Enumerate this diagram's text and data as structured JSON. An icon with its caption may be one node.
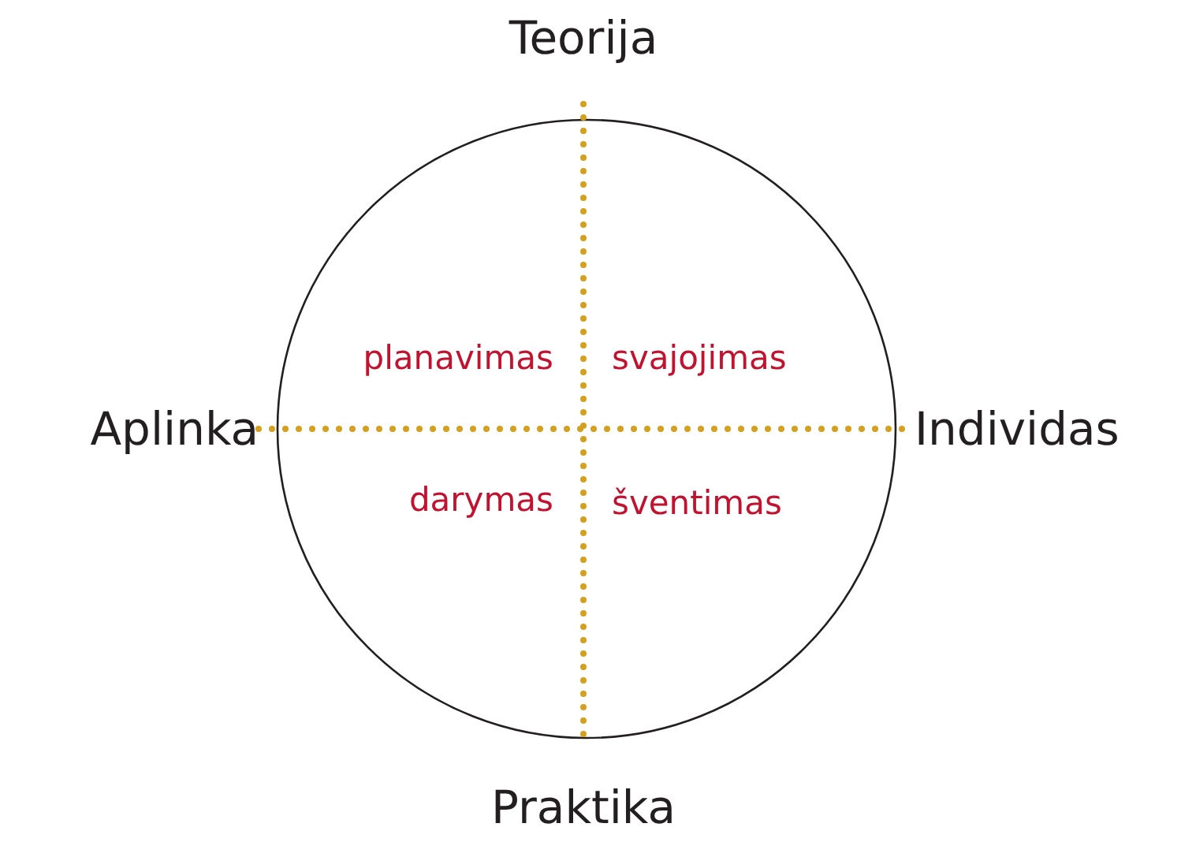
{
  "diagram": {
    "nodes": [
      {
        "text": [
          "Teorija"
        ]
      },
      {
        "text": [
          "Aplinka"
        ]
      },
      {
        "text": [
          "Individas"
        ]
      },
      {
        "text": [
          "Praktika"
        ]
      }
    ],
    "edges": [
      {
        "from": 0,
        "to": 3,
        "arrow": "none",
        "style": "dashed"
      },
      {
        "from": 1,
        "to": 2,
        "arrow": "none",
        "style": "dashed"
      }
    ],
    "labels": [
      "planavimas",
      "svajojimas",
      "darymas",
      "šventimas"
    ]
  }
}
